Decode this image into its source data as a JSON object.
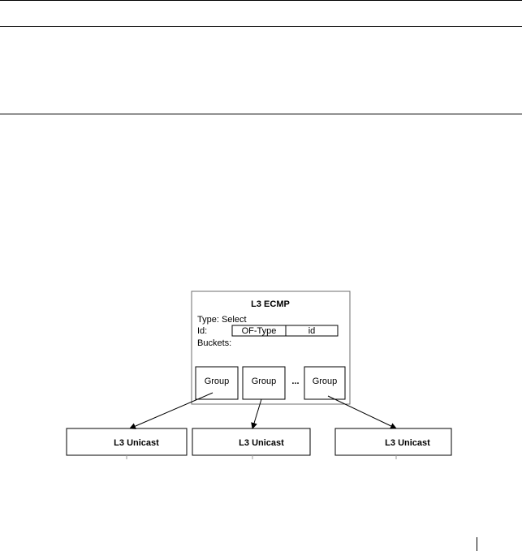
{
  "diagram": {
    "ecmp": {
      "title": "L3 ECMP",
      "type_text": "Type: Select",
      "id_label": "Id:",
      "id_fields": [
        "OF-Type",
        "id"
      ],
      "buckets_label": "Buckets:",
      "groups": [
        "Group",
        "Group",
        "Group"
      ],
      "ellipsis": "..."
    },
    "unicast": [
      "L3 Unicast",
      "L3 Unicast",
      "L3 Unicast"
    ]
  }
}
